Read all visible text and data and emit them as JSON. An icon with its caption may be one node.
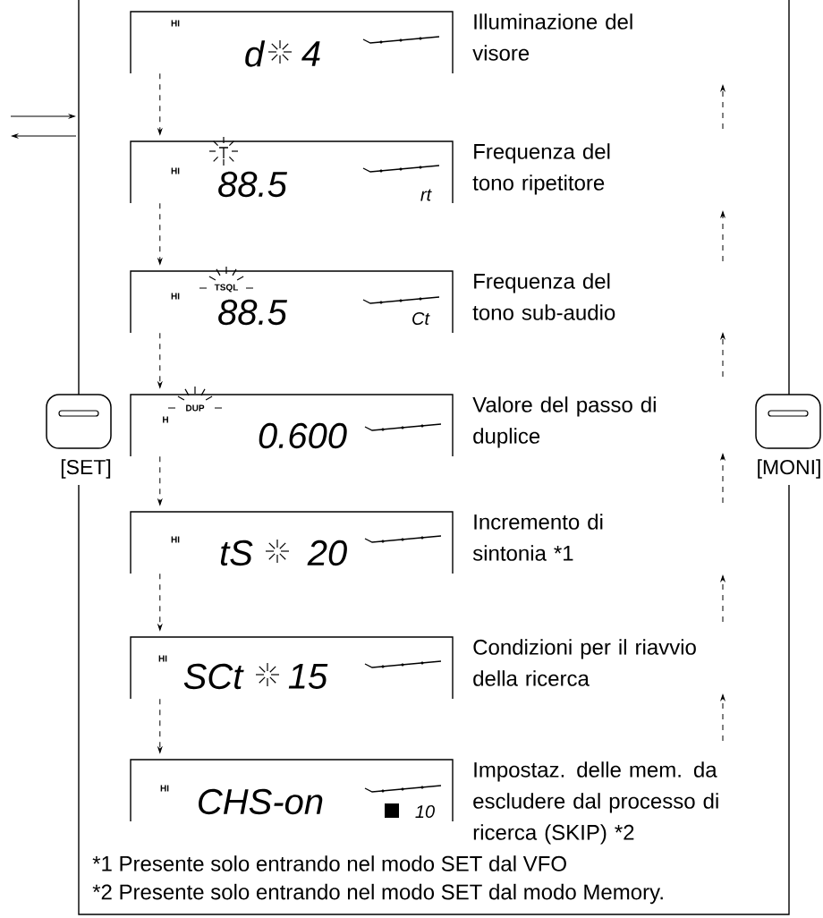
{
  "diagram": {
    "nodes": [
      {
        "text": [
          "HI",
          "d",
          "4"
        ],
        "beside": [
          "Illuminazione del visore"
        ]
      },
      {
        "text": [
          "HI",
          "88.5",
          "rt"
        ],
        "beside": [
          "Frequenza del tono ripetitore"
        ]
      },
      {
        "text": [
          "TSQL",
          "HI",
          "88.5",
          "Ct"
        ],
        "beside": [
          "Frequenza del tono sub-audio"
        ]
      },
      {
        "text": [
          "DUP",
          "H",
          "0.600"
        ],
        "beside": [
          "Valore del passo di duplice"
        ]
      },
      {
        "text": [
          "HI",
          "tS",
          "20"
        ],
        "beside": [
          "Incremento di sintonia *1"
        ]
      },
      {
        "text": [
          "HI",
          "SCt",
          "15"
        ],
        "beside": [
          "Condizioni per il riavvio della ricerca"
        ]
      },
      {
        "text": [
          "HI",
          "CHS-on",
          "10"
        ],
        "beside": [
          "Impostaz. delle mem. da escludere dal processo di ricerca (SKIP) *2"
        ]
      },
      {
        "text": [
          "[SET]"
        ]
      },
      {
        "text": [
          "[MONI]"
        ]
      }
    ],
    "edges": [
      {
        "from": 0,
        "to": 1,
        "arrow": "to",
        "style": "dashed"
      },
      {
        "from": 1,
        "to": 2,
        "arrow": "to",
        "style": "dashed"
      },
      {
        "from": 2,
        "to": 3,
        "arrow": "to",
        "style": "dashed"
      },
      {
        "from": 3,
        "to": 4,
        "arrow": "to",
        "style": "dashed"
      },
      {
        "from": 4,
        "to": 5,
        "arrow": "to",
        "style": "dashed"
      },
      {
        "from": 5,
        "to": 6,
        "arrow": "to",
        "style": "dashed"
      }
    ],
    "labels": [
      "*1 Presente solo entrando nel modo SET dal VFO",
      "*2 Presente solo entrando nel modo SET dal modo Memory."
    ]
  }
}
